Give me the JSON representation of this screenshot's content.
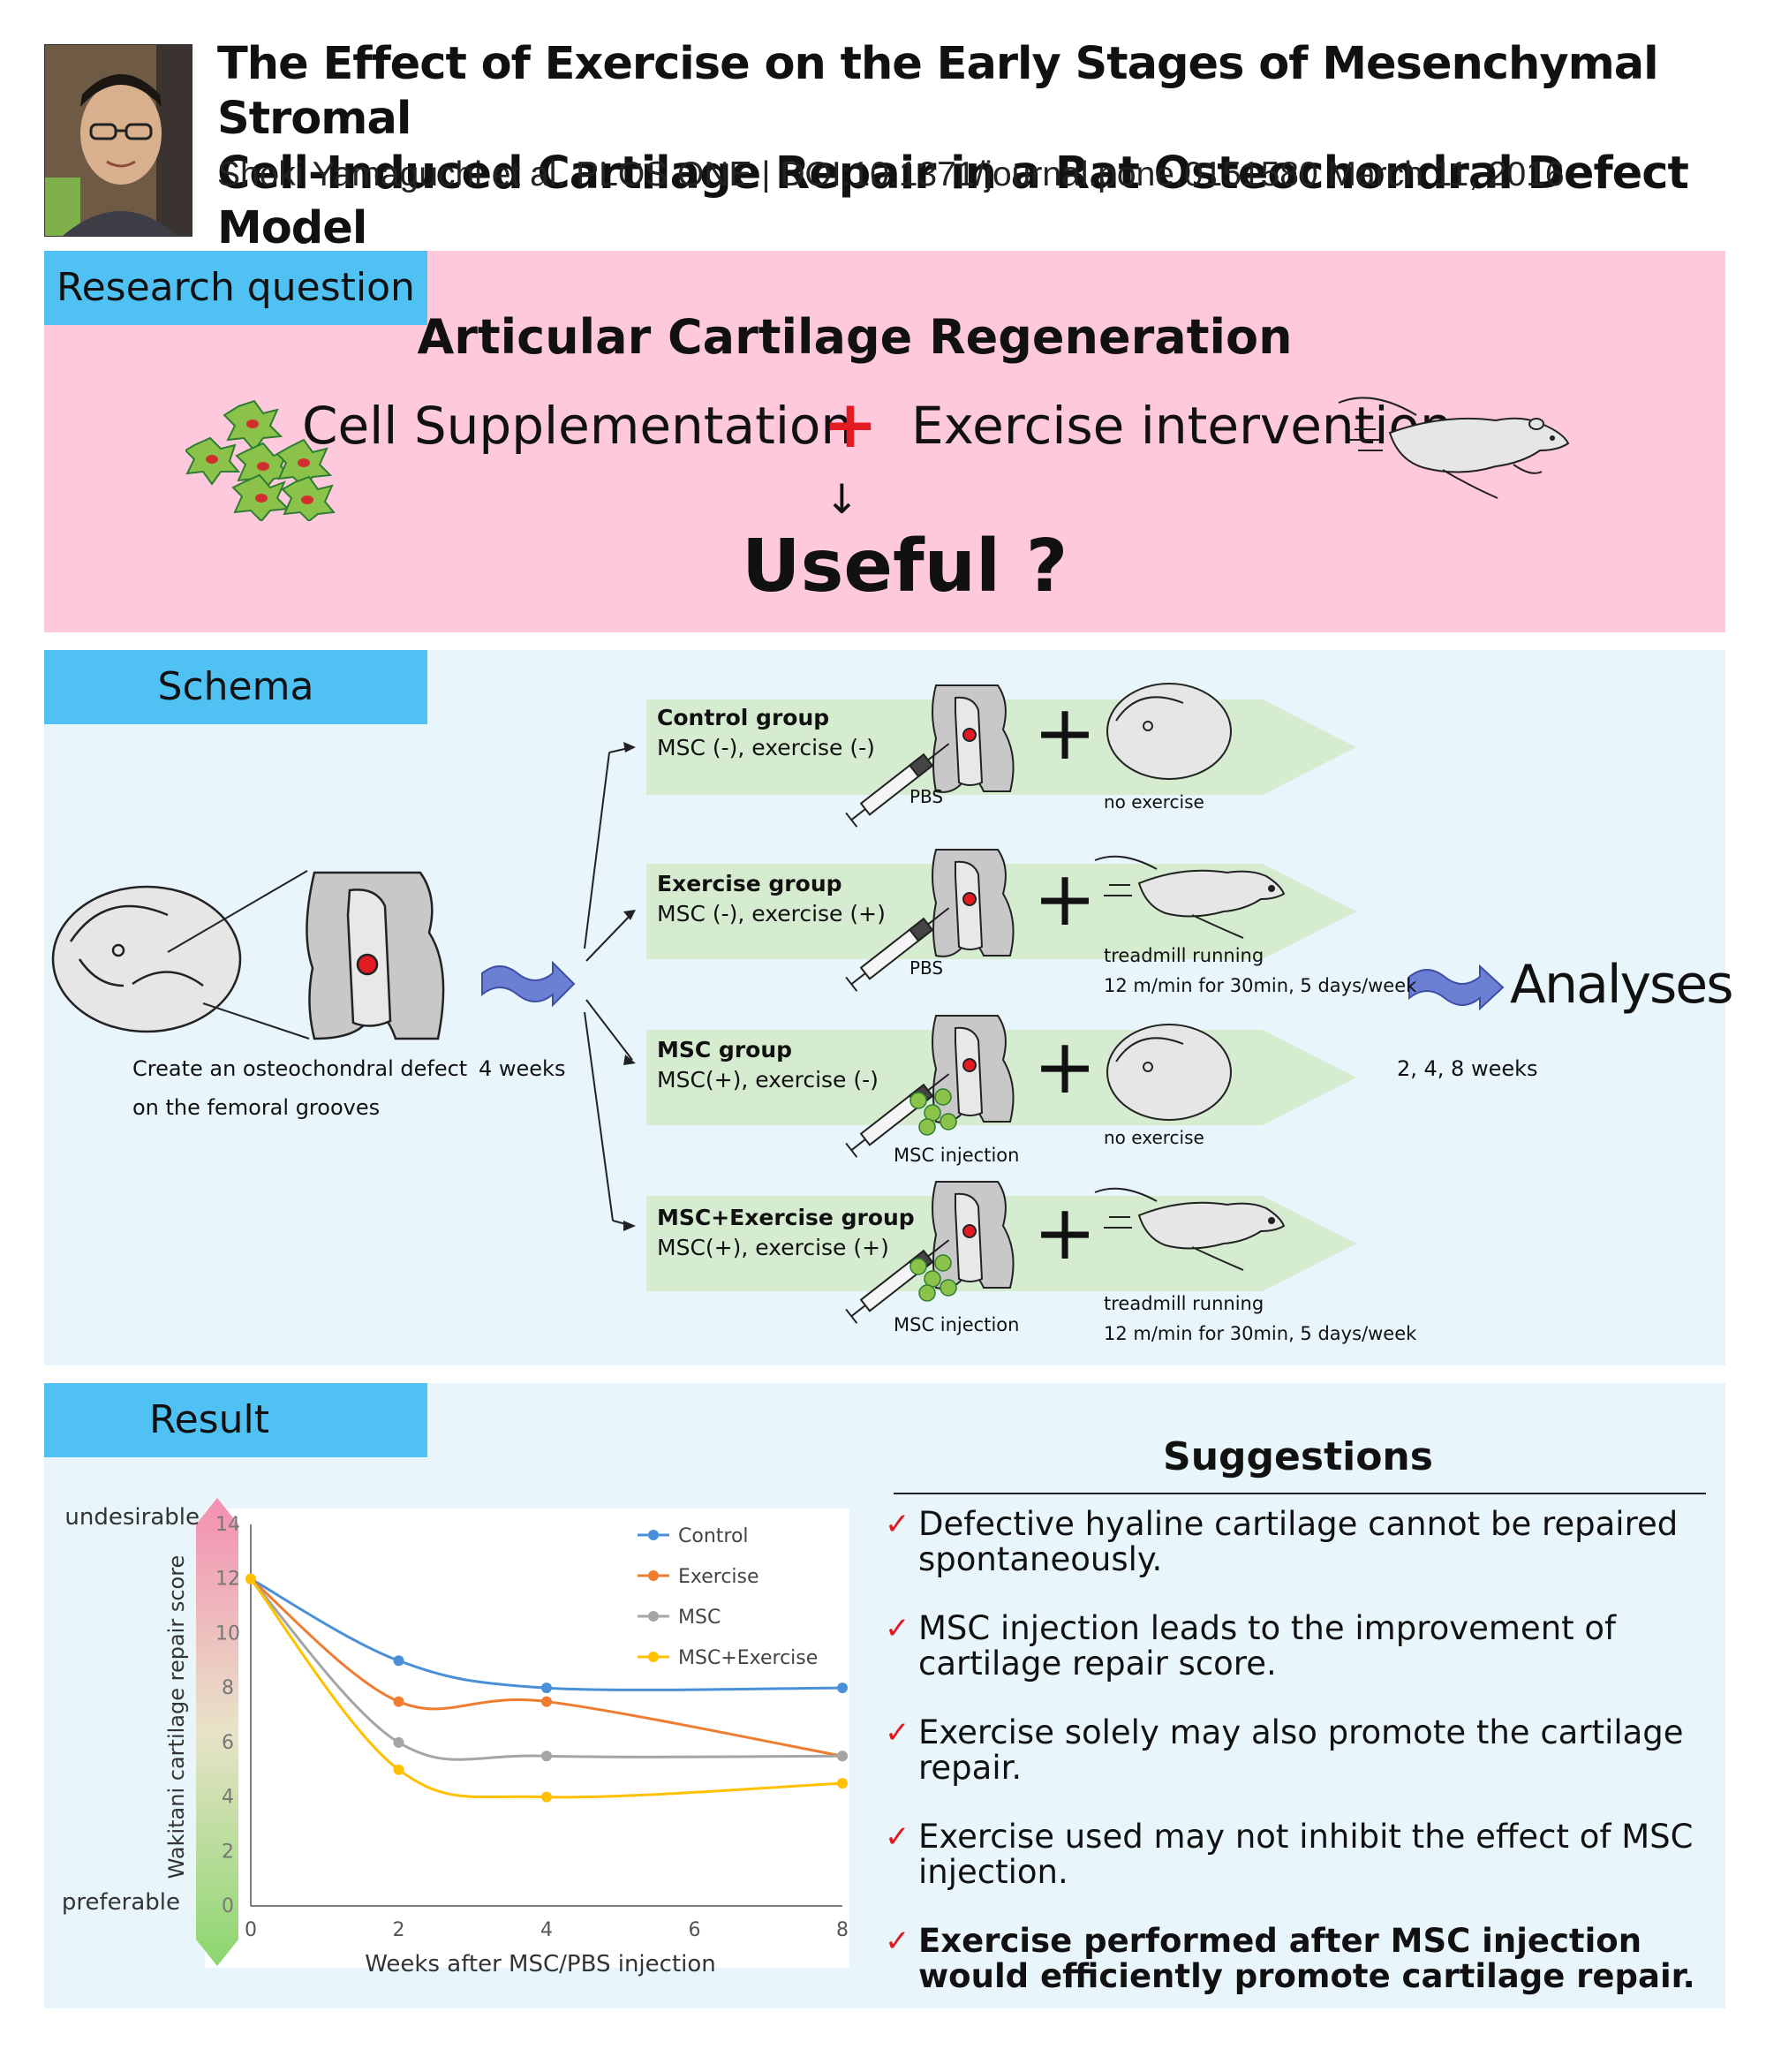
{
  "header": {
    "title_line1": "The Effect of Exercise on the Early Stages of Mesenchymal Stromal",
    "title_line2": "Cell-Induced Cartilage Repair in a Rat Osteochondral Defect Model",
    "citation": "Shoki Yamaguchi et al.   PLOS ONE | DOI:10.1371/journal.pone.0151580 March 11, 2016"
  },
  "research_question": {
    "tab": "Research question",
    "heading": "Articular Cartilage Regeneration",
    "left": "Cell Supplementation",
    "plus": "+",
    "right": "Exercise intervention",
    "arrow": "↓",
    "question": "Useful ?"
  },
  "schema": {
    "tab": "Schema",
    "defect_line1": "Create an osteochondral defect",
    "defect_line2": "on the femoral grooves",
    "wait": "4 weeks",
    "groups": [
      {
        "title": "Control group",
        "sub": "MSC (-), exercise (-)",
        "injection": "PBS",
        "activity1": "no exercise",
        "activity2": ""
      },
      {
        "title": "Exercise group",
        "sub": "MSC (-), exercise (+)",
        "injection": "PBS",
        "activity1": "treadmill running",
        "activity2": "12 m/min for 30min, 5 days/week"
      },
      {
        "title": "MSC group",
        "sub": "MSC(+), exercise (-)",
        "injection": "MSC injection",
        "activity1": "no exercise",
        "activity2": ""
      },
      {
        "title": "MSC+Exercise group",
        "sub": "MSC(+), exercise (+)",
        "injection": "MSC injection",
        "activity1": "treadmill running",
        "activity2": "12 m/min for 30min, 5 days/week"
      }
    ],
    "plus": "+",
    "analyses": "Analyses",
    "timepoints": "2, 4, 8 weeks"
  },
  "result": {
    "tab": "Result",
    "suggestions_title": "Suggestions",
    "check": "✓",
    "suggestions": [
      {
        "text": "Defective hyaline cartilage cannot be repaired spontaneously."
      },
      {
        "text": "MSC injection leads to the improvement of cartilage repair score."
      },
      {
        "text": "Exercise solely may also promote the cartilage repair."
      },
      {
        "text": "Exercise used may not inhibit the effect of MSC injection."
      },
      {
        "text": "Exercise performed after MSC injection would efficiently promote cartilage repair."
      }
    ]
  },
  "chart_data": {
    "type": "line",
    "title": "",
    "xlabel": "Weeks after MSC/PBS injection",
    "ylabel": "Wakitani cartilage repair score",
    "upper_label": "undesirable",
    "lower_label": "preferable",
    "xlim": [
      0,
      8
    ],
    "ylim": [
      0,
      14
    ],
    "xticks": [
      0,
      2,
      4,
      6,
      8
    ],
    "yticks": [
      0,
      2,
      4,
      6,
      8,
      10,
      12,
      14
    ],
    "x": [
      0,
      2,
      4,
      8
    ],
    "series": [
      {
        "name": "Control",
        "color": "#4a90d9",
        "values": [
          12,
          9,
          8,
          8
        ]
      },
      {
        "name": "Exercise",
        "color": "#ee7d31",
        "values": [
          12,
          7.5,
          7.5,
          5.5
        ]
      },
      {
        "name": "MSC",
        "color": "#a5a5a5",
        "values": [
          12,
          6,
          5.5,
          5.5
        ]
      },
      {
        "name": "MSC+Exercise",
        "color": "#ffc000",
        "values": [
          12,
          5,
          4,
          4.5
        ]
      }
    ],
    "legend": "top-right",
    "grid": false
  }
}
